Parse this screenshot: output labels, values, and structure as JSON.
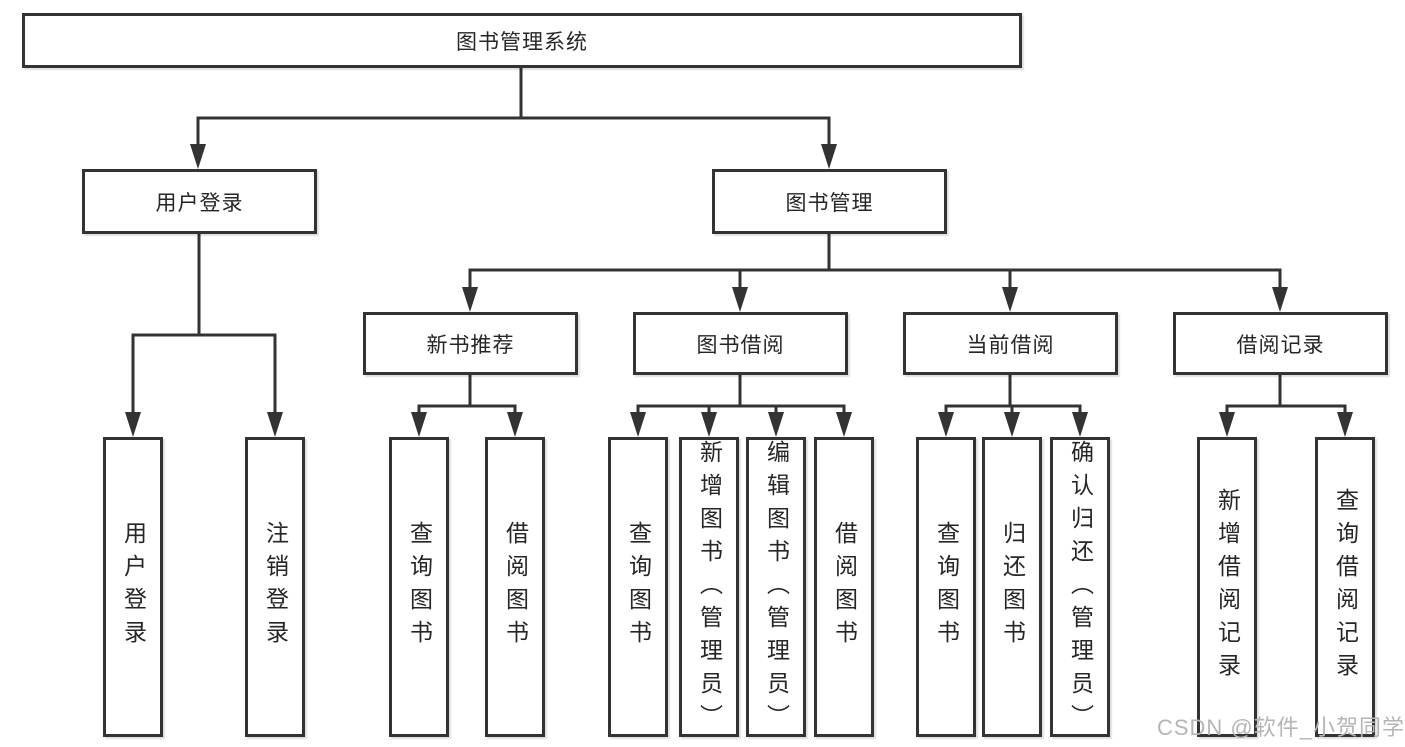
{
  "tree": {
    "label": "图书管理系统",
    "children": [
      {
        "label": "用户登录",
        "children": [
          {
            "label": "用户登录"
          },
          {
            "label": "注销登录"
          }
        ]
      },
      {
        "label": "图书管理",
        "children": [
          {
            "label": "新书推荐",
            "children": [
              {
                "label": "查询图书"
              },
              {
                "label": "借阅图书"
              }
            ]
          },
          {
            "label": "图书借阅",
            "children": [
              {
                "label": "查询图书"
              },
              {
                "label": "新增图书（管理员）"
              },
              {
                "label": "编辑图书（管理员）"
              },
              {
                "label": "借阅图书"
              }
            ]
          },
          {
            "label": "当前借阅",
            "children": [
              {
                "label": "查询图书"
              },
              {
                "label": "归还图书"
              },
              {
                "label": "确认归还（管理员）"
              }
            ]
          },
          {
            "label": "借阅记录",
            "children": [
              {
                "label": "新增借阅记录"
              },
              {
                "label": "查询借阅记录"
              }
            ]
          }
        ]
      }
    ]
  },
  "colors": {
    "line": "#333333",
    "text": "#262626",
    "watermark": "#b5b5b5"
  },
  "watermark": {
    "text": "CSDN @软件_小贺同学"
  }
}
